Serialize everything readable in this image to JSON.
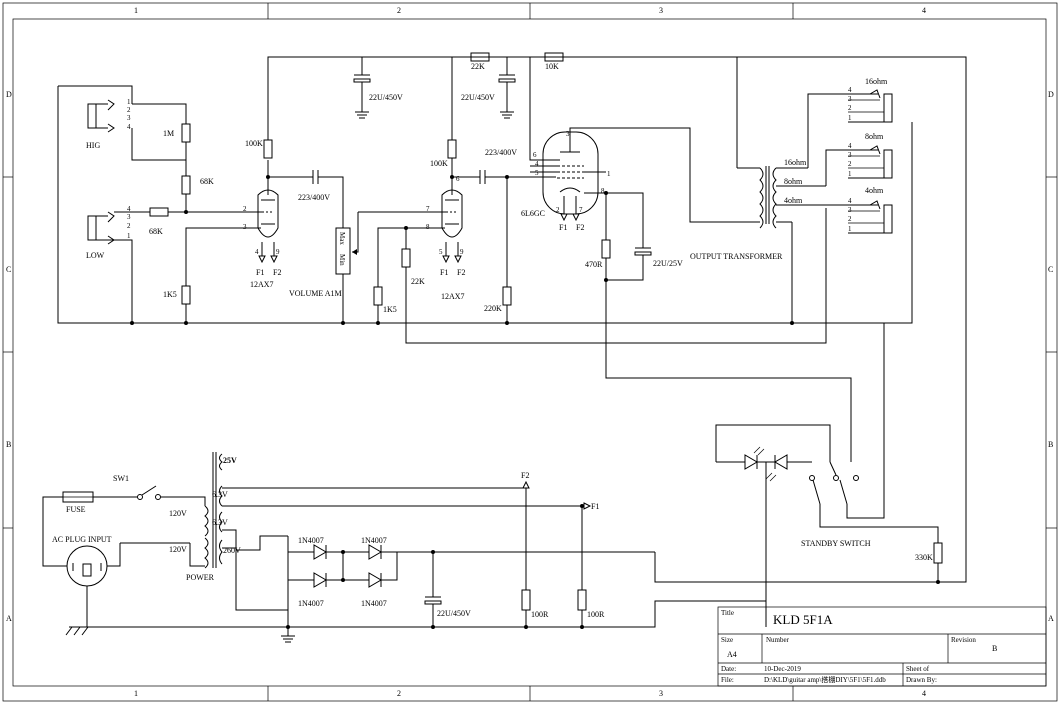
{
  "frame": {
    "zones_top": [
      "1",
      "2",
      "3",
      "4"
    ],
    "zones_bottom": [
      "1",
      "2",
      "3",
      "4"
    ],
    "zones_left": [
      "D",
      "C",
      "B",
      "A"
    ],
    "zones_right": [
      "D",
      "C",
      "B",
      "A"
    ]
  },
  "jacks": {
    "hig": "HIG",
    "low": "LOW",
    "pins": [
      "1",
      "2",
      "3",
      "4"
    ]
  },
  "components": {
    "r_1m": "1M",
    "r_68k_a": "68K",
    "r_68k_b": "68K",
    "r_100k_a": "100K",
    "r_100k_b": "100K",
    "r_1k5_a": "1K5",
    "r_1k5_b": "1K5",
    "r_22k_a": "22K",
    "r_22k_b": "22K",
    "r_10k": "10K",
    "r_220k": "220K",
    "r_470r": "470R",
    "r_330k": "330K",
    "r_100r_a": "100R",
    "r_100r_b": "100R",
    "c_22u_450_a": "22U/450V",
    "c_22u_450_b": "22U/450V",
    "c_22u_450_c": "22U/450V",
    "c_223_a": "223/400V",
    "c_223_b": "223/400V",
    "c_22u_25": "22U/25V",
    "d1": "1N4007",
    "d2": "1N4007",
    "d3": "1N4007",
    "d4": "1N4007"
  },
  "tubes": {
    "v1": "12AX7",
    "v2": "12AX7",
    "v3": "6L6GC",
    "pins_v1": [
      "2",
      "3",
      "4",
      "9"
    ],
    "pins_v2": [
      "6",
      "7",
      "8",
      "5",
      "9"
    ],
    "pins_v3": [
      "3",
      "6",
      "4",
      "5",
      "1",
      "8",
      "2",
      "7"
    ],
    "f1": "F1",
    "f2": "F2"
  },
  "volume": {
    "label": "VOLUME A1M",
    "max": "Max",
    "min": "Min"
  },
  "output": {
    "label": "OUTPUT TRANSFORMER",
    "taps": [
      "16ohm",
      "8ohm",
      "4ohm"
    ],
    "jack_labels": [
      "16ohm",
      "8ohm",
      "4ohm"
    ],
    "jack_pins": [
      "4",
      "3",
      "2",
      "1"
    ]
  },
  "power": {
    "label": "POWER",
    "v25": "25V",
    "v63_a": "6.3V",
    "v63_b": "6.3V",
    "v120_a": "120V",
    "v120_b": "120V",
    "v260": "260V",
    "fuse": "FUSE",
    "sw": "SW1",
    "ac": "AC PLUG INPUT",
    "f1": "F1",
    "f2": "F2"
  },
  "standby": {
    "label": "STANDBY SWITCH"
  },
  "title_block": {
    "title_label": "Title",
    "title": "KLD 5F1A",
    "size_label": "Size",
    "size": "A4",
    "number_label": "Number",
    "revision_label": "Revision",
    "revision": "B",
    "date_label": "Date:",
    "date": "10-Dec-2019",
    "file_label": "File:",
    "file": "D:\\KLD\\guitar amp\\搭棚DIY\\5F1\\5F1.ddb",
    "sheet": "Sheet    of",
    "drawn": "Drawn By:"
  }
}
